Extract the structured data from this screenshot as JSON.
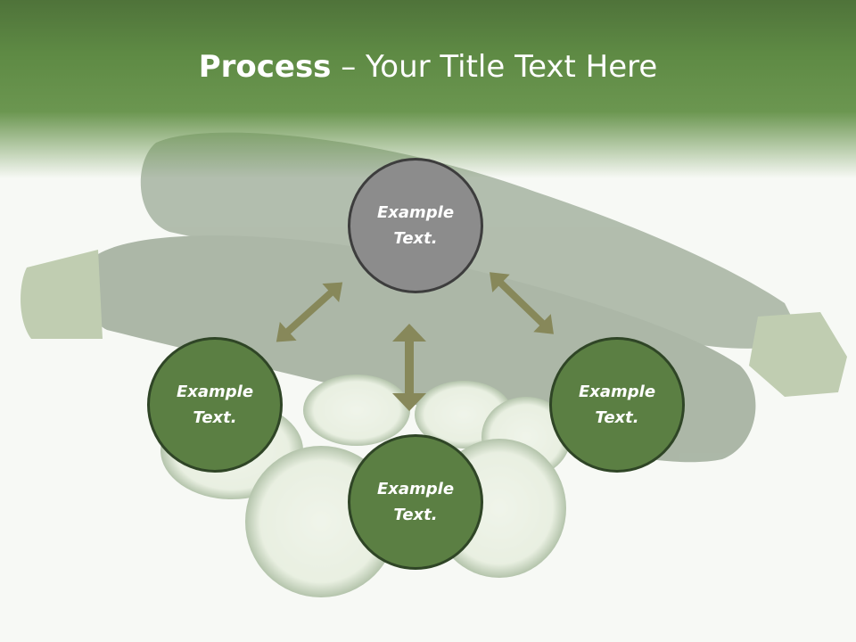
{
  "title": {
    "bold": "Process",
    "rest": " – Your Title Text Here"
  },
  "nodes": {
    "top": "Example Text.",
    "left": "Example Text.",
    "bottom": "Example Text.",
    "right": "Example Text."
  },
  "colors": {
    "header": "#5e8a44",
    "node_fill": "#5b7f43",
    "node_top_fill": "#8c8c8c",
    "node_border": "#2f4526",
    "arrow": "#87885a"
  }
}
